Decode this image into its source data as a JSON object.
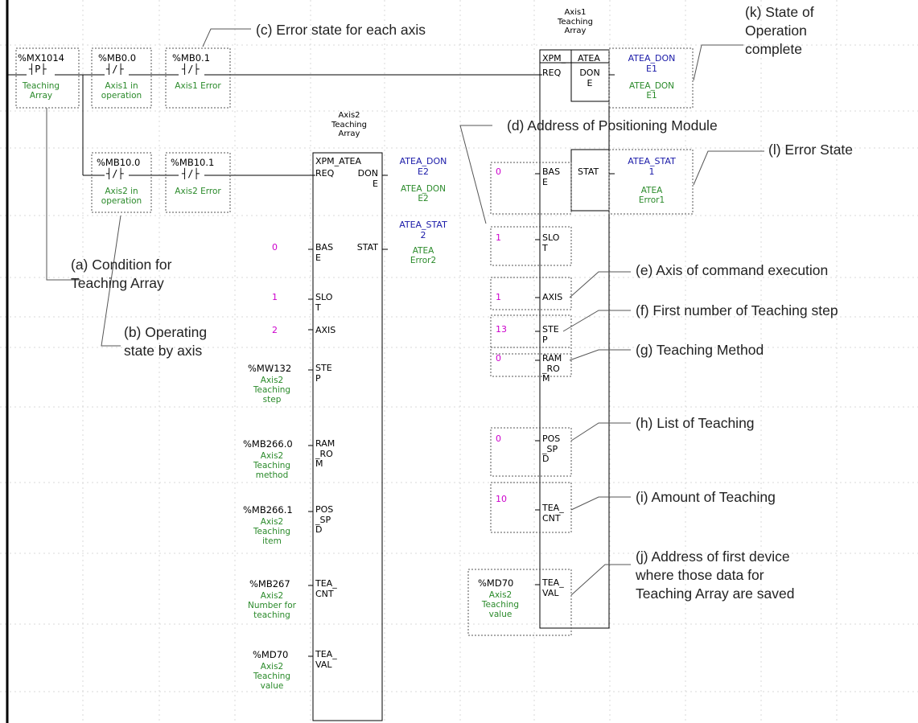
{
  "contacts": [
    {
      "id": "c1",
      "addr": "%MX1014",
      "symbol": "┤P├",
      "desc": "Teaching\nArray"
    },
    {
      "id": "c2",
      "addr": "%MB0.0",
      "symbol": "┤/├",
      "desc": "Axis1 in\noperation"
    },
    {
      "id": "c3",
      "addr": "%MB0.1",
      "symbol": "┤/├",
      "desc": "Axis1 Error"
    },
    {
      "id": "c4",
      "addr": "%MB10.0",
      "symbol": "┤/├",
      "desc": "Axis2 in\noperation"
    },
    {
      "id": "c5",
      "addr": "%MB10.1",
      "symbol": "┤/├",
      "desc": "Axis2 Error"
    }
  ],
  "fb_axis2": {
    "caption": "Axis2\nTeaching\nArray",
    "name_left": "XPM_ATEA",
    "in_pins": [
      "REQ",
      "BAS\nE",
      "SLO\nT",
      "AXIS",
      "STE\nP",
      "RAM\n_RO\nM",
      "POS\n_SP\nD",
      "TEA_\nCNT",
      "TEA_\nVAL"
    ],
    "out_pins": [
      "DON\nE",
      "STAT"
    ],
    "inputs": [
      {
        "value": "0",
        "desc": ""
      },
      {
        "value": "1",
        "desc": ""
      },
      {
        "value": "2",
        "desc": ""
      },
      {
        "value": "%MW132",
        "desc": "Axis2\nTeaching\nstep"
      },
      {
        "value": "%MB266.0",
        "desc": "Axis2\nTeaching\nmethod"
      },
      {
        "value": "%MB266.1",
        "desc": "Axis2\nTeaching\nitem"
      },
      {
        "value": "%MB267",
        "desc": "Axis2\nNumber for\nteaching"
      },
      {
        "value": "%MD70",
        "desc": "Axis2\nTeaching\nvalue"
      }
    ],
    "done_out": {
      "var": "ATEA_DON\nE2",
      "desc": "ATEA_DON\nE2"
    },
    "stat_out": {
      "var": "ATEA_STAT\n2",
      "desc": "ATEA\nError2"
    }
  },
  "fb_axis1": {
    "caption": "Axis1\nTeaching\nArray",
    "name_left": "XPM_",
    "name_right": "ATEA",
    "in_pins": [
      "REQ",
      "BAS\nE",
      "SLO\nT",
      "AXIS",
      "STE\nP",
      "RAM\n_RO\nM",
      "POS\n_SP\nD",
      "TEA_\nCNT",
      "TEA_\nVAL"
    ],
    "out_pins": [
      "DON\nE",
      "STAT"
    ],
    "inputs": [
      {
        "value": "0",
        "desc": ""
      },
      {
        "value": "1",
        "desc": ""
      },
      {
        "value": "1",
        "desc": ""
      },
      {
        "value": "13",
        "desc": ""
      },
      {
        "value": "0",
        "desc": ""
      },
      {
        "value": "0",
        "desc": ""
      },
      {
        "value": "10",
        "desc": ""
      },
      {
        "value": "%MD70",
        "desc": "Axis2\nTeaching\nvalue"
      }
    ],
    "done_out": {
      "var": "ATEA_DON\nE1",
      "desc": "ATEA_DON\nE1"
    },
    "stat_out": {
      "var": "ATEA_STAT\n1",
      "desc": "ATEA\nError1"
    }
  },
  "annotations": {
    "a": "(a) Condition for\nTeaching Array",
    "b": "(b) Operating\nstate by axis",
    "c": "(c) Error state for each axis",
    "d": "(d) Address of Positioning Module",
    "e": "(e) Axis of command execution",
    "f": "(f) First number of Teaching step",
    "g": "(g) Teaching Method",
    "h": "(h) List of Teaching",
    "i": "(i) Amount of Teaching",
    "j": "(j) Address of first device\nwhere those data for\nTeaching Array are saved",
    "k": "(k) State of\nOperation\ncomplete",
    "l": "(l) Error State"
  },
  "colors": {
    "comment_var": "#1a1aa8",
    "description": "#2a8a2a",
    "constant": "#cc00cc",
    "grid": "#d8d8d8",
    "wire": "#000000"
  }
}
